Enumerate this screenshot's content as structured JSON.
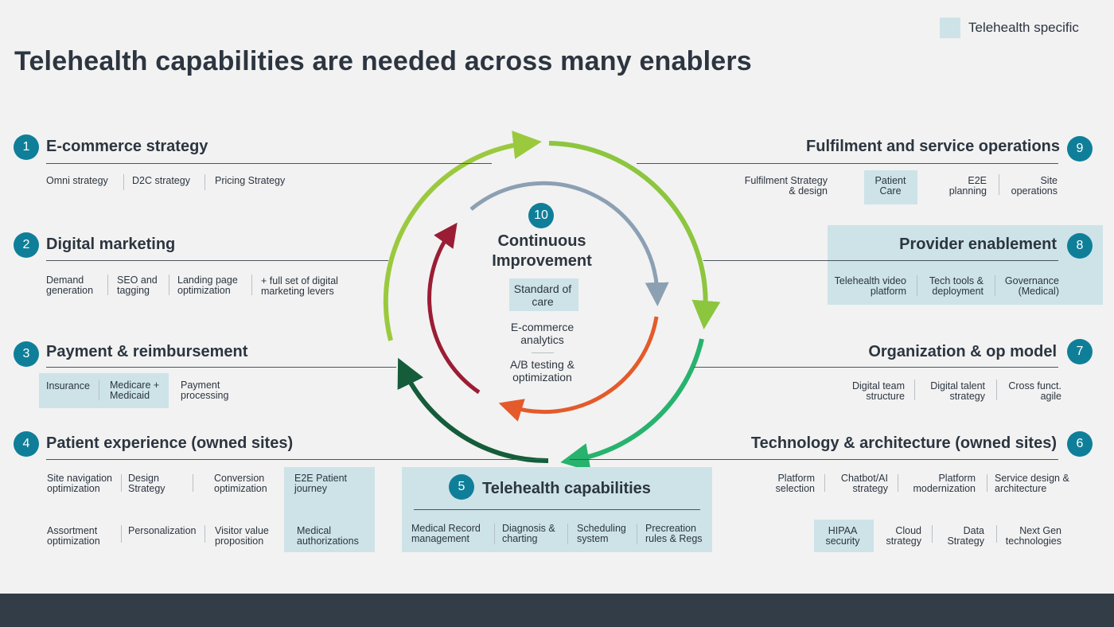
{
  "legend": {
    "label": "Telehealth specific",
    "color": "#cde3e8"
  },
  "title": "Telehealth capabilities are needed across many enablers",
  "colors": {
    "accent": "#0f7f99",
    "highlight": "#cde3e8",
    "footer": "#333d47"
  },
  "sections": {
    "s1": {
      "num": "1",
      "title": "E-commerce strategy",
      "items": [
        "Omni strategy",
        "D2C strategy",
        "Pricing Strategy"
      ]
    },
    "s2": {
      "num": "2",
      "title": "Digital marketing",
      "items": [
        "Demand generation",
        "SEO and tagging",
        "Landing page optimization",
        "+ full set of digital marketing levers"
      ]
    },
    "s3": {
      "num": "3",
      "title": "Payment & reimbursement",
      "items": [
        "Insurance",
        "Medicare + Medicaid",
        "Payment processing"
      ]
    },
    "s4": {
      "num": "4",
      "title": "Patient experience (owned sites)",
      "items": [
        "Site navigation optimization",
        "Design Strategy",
        "Conversion optimization",
        "E2E Patient journey",
        "Assortment optimization",
        "Personalization",
        "Visitor value proposition",
        "Medical authorizations"
      ]
    },
    "s5": {
      "num": "5",
      "title": "Telehealth capabilities",
      "items": [
        "Medical Record management",
        "Diagnosis & charting",
        "Scheduling system",
        "Precreation rules & Regs"
      ]
    },
    "s6": {
      "num": "6",
      "title": "Technology & architecture (owned sites)",
      "items": [
        "Platform selection",
        "Chatbot/AI strategy",
        "Platform modernization",
        "Service design & architecture",
        "HIPAA security",
        "Cloud strategy",
        "Data Strategy",
        "Next Gen technologies"
      ]
    },
    "s7": {
      "num": "7",
      "title": "Organization & op model",
      "items": [
        "Digital team structure",
        "Digital talent strategy",
        "Cross funct. agile"
      ]
    },
    "s8": {
      "num": "8",
      "title": "Provider enablement",
      "items": [
        "Telehealth video platform",
        "Tech tools & deployment",
        "Governance (Medical)"
      ]
    },
    "s9": {
      "num": "9",
      "title": "Fulfilment and service operations",
      "items": [
        "Fulfilment Strategy & design",
        "Patient Care",
        "E2E planning",
        "Site operations"
      ]
    },
    "s10": {
      "num": "10",
      "title": "Continuous Improvement",
      "items": [
        "Standard of care",
        "E-commerce analytics",
        "A/B testing & optimization"
      ]
    }
  }
}
